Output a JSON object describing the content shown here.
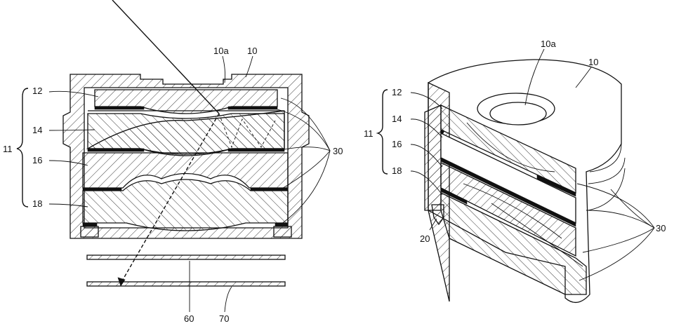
{
  "figure_left": {
    "labels": {
      "ref_10": "10",
      "ref_10a": "10a",
      "ref_11": "11",
      "ref_12": "12",
      "ref_14": "14",
      "ref_16": "16",
      "ref_18": "18",
      "ref_30": "30",
      "ref_60": "60",
      "ref_70": "70"
    }
  },
  "figure_right": {
    "labels": {
      "ref_10": "10",
      "ref_10a": "10a",
      "ref_11": "11",
      "ref_12": "12",
      "ref_14": "14",
      "ref_16": "16",
      "ref_18": "18",
      "ref_20": "20",
      "ref_30": "30"
    }
  }
}
